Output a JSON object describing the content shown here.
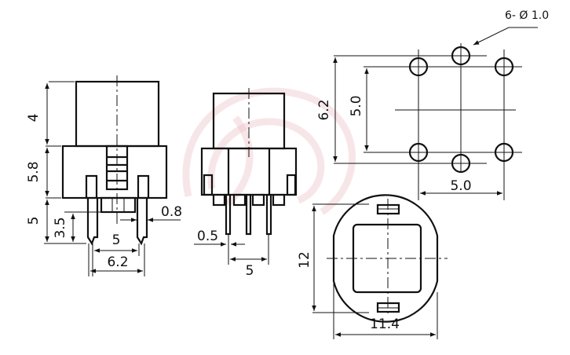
{
  "drawing": {
    "front_view": {
      "cap_height": "4",
      "body_height": "5.8",
      "pin_length": "5",
      "pin_tip": "3.5",
      "pin_width": "0.8",
      "pin_pitch": "5",
      "pin_span": "6.2"
    },
    "side_view": {
      "pin_width": "0.5",
      "pin_pitch": "5"
    },
    "hole_pattern": {
      "hole_note": "6- Ø 1.0",
      "outer_span": "6.2",
      "inner_span": "5.0",
      "horizontal_pitch": "5.0"
    },
    "bottom_view": {
      "height": "12",
      "width": "11.4"
    },
    "colors": {
      "line": "#111111",
      "watermark": "#e8b8bc"
    }
  }
}
